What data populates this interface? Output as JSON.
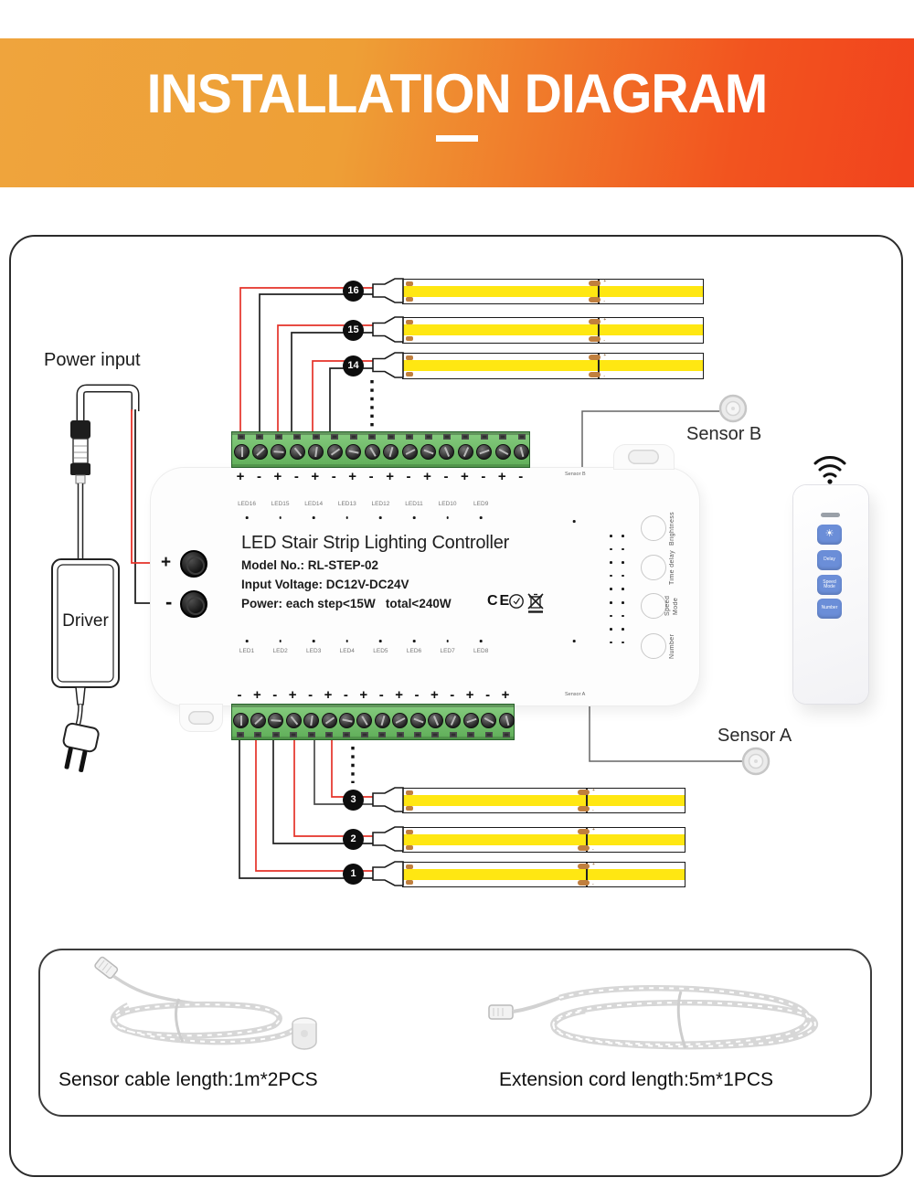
{
  "header": {
    "title": "INSTALLATION DIAGRAM"
  },
  "labels": {
    "power_input": "Power input",
    "driver": "Driver",
    "sensor_b": "Sensor B",
    "sensor_a": "Sensor A"
  },
  "controller": {
    "title": "LED Stair Strip Lighting Controller",
    "model": "Model No.: RL-STEP-02",
    "voltage": "Input Voltage: DC12V-DC24V",
    "power": "Power: each step<15W   total<240W",
    "ce_mark": "CE",
    "input_plus": "+",
    "input_minus": "-",
    "sensor_b_port": "Sensor B",
    "sensor_a_port": "Sensor A",
    "led_labels_top": [
      "LED16",
      "LED15",
      "LED14",
      "LED13",
      "LED12",
      "LED11",
      "LED10",
      "LED9"
    ],
    "led_labels_bottom": [
      "LED1",
      "LED2",
      "LED3",
      "LED4",
      "LED5",
      "LED6",
      "LED7",
      "LED8"
    ],
    "side_button_labels": [
      "Brightness",
      "Time delay",
      "Speed",
      "Mode",
      "Number"
    ]
  },
  "terminals": {
    "top_polarity": [
      "+",
      "-",
      "+",
      "-",
      "+",
      "-",
      "+",
      "-",
      "+",
      "-",
      "+",
      "-",
      "+",
      "-",
      "+",
      "-"
    ],
    "bottom_polarity": [
      "-",
      "+",
      "-",
      "+",
      "-",
      "+",
      "-",
      "+",
      "-",
      "+",
      "-",
      "+",
      "-",
      "+",
      "-",
      "+"
    ]
  },
  "strips": {
    "top": [
      "16",
      "15",
      "14"
    ],
    "bottom": [
      "3",
      "2",
      "1"
    ],
    "pad_plus": "+",
    "pad_minus": "-"
  },
  "remote": {
    "brightness_icon": "☀",
    "button_labels": [
      "Delay",
      "Speed Mode",
      "Number"
    ]
  },
  "accessories": {
    "sensor_cable": "Sensor cable length:1m*2PCS",
    "extension_cord": "Extension cord length:5m*1PCS"
  },
  "colors": {
    "header_gradient_start": "#efa43d",
    "header_gradient_end": "#f1431d",
    "wire_positive": "#e53229",
    "wire_negative": "#222222",
    "strip_yellow": "#ffe712",
    "terminal_green": "#74bf6d",
    "remote_button_blue": "#6b8ed8"
  }
}
